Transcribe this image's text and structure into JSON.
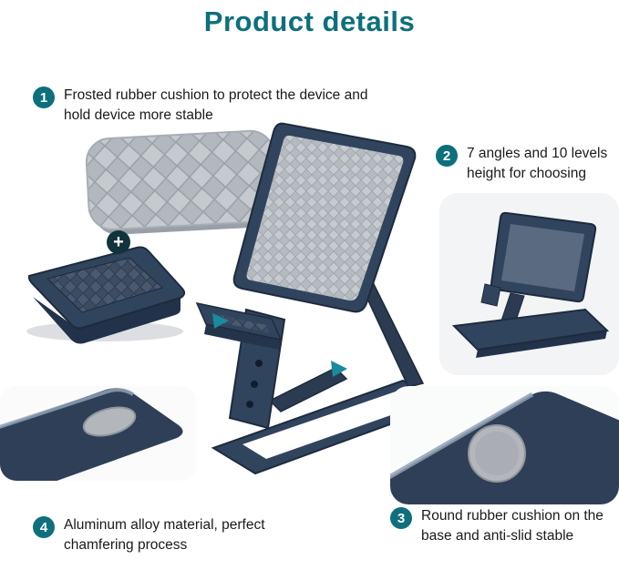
{
  "page": {
    "title": "Product details"
  },
  "callouts": [
    {
      "number": "1",
      "text": "Frosted rubber cushion to protect the device and hold device more stable"
    },
    {
      "number": "2",
      "text": "7 angles and 10 levels height for choosing"
    },
    {
      "number": "3",
      "text": "Round rubber cushion on the base and anti-slid stable"
    },
    {
      "number": "4",
      "text": "Aluminum alloy material, perfect chamfering process"
    }
  ],
  "icons": {
    "plus": "+"
  },
  "colors": {
    "accent_teal": "#0E6F7D",
    "arrow_teal": "#1A8A9D",
    "stand_navy": "#31445E",
    "stand_navy_dark": "#1E2B3D",
    "pad_gray": "#B3B8BE"
  }
}
